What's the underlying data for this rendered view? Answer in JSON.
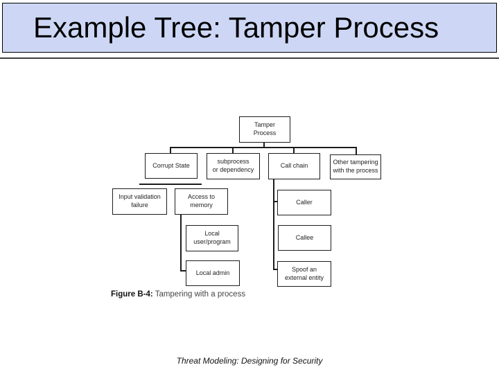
{
  "slide": {
    "title": "Example Tree: Tamper Process",
    "caption_label": "Figure B-4:",
    "caption_text": " Tampering with a process",
    "footer": "Threat Modeling: Designing for Security"
  },
  "colors": {
    "title_bar_bg": "#cdd7f5",
    "title_bar_border": "#000000",
    "box_border": "#1c1c1c",
    "connector_line": "#1c1c1c",
    "page_bg": "#ffffff"
  },
  "tree": {
    "nodes": [
      {
        "label": "Tamper\nProcess",
        "parent": null
      },
      {
        "label": "Corrupt State",
        "parent": "Tamper Process"
      },
      {
        "label": "subprocess\nor dependency",
        "parent": "Tamper Process"
      },
      {
        "label": "Call chain",
        "parent": "Tamper Process"
      },
      {
        "label": "Other tampering\nwith the process",
        "parent": "Tamper Process"
      },
      {
        "label": "Input validation\nfailure",
        "parent": "Corrupt State"
      },
      {
        "label": "Access to\nmemory",
        "parent": "Corrupt State"
      },
      {
        "label": "Caller",
        "parent": "Call chain"
      },
      {
        "label": "Local\nuser/program",
        "parent": "Access to memory"
      },
      {
        "label": "Callee",
        "parent": "Call chain"
      },
      {
        "label": "Local admin",
        "parent": "Access to memory"
      },
      {
        "label": "Spoof an\nexternal entity",
        "parent": "Call chain"
      }
    ]
  }
}
